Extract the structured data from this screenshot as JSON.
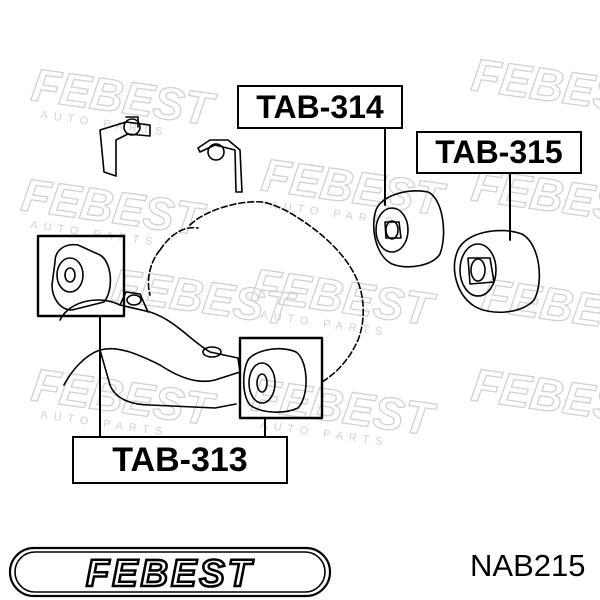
{
  "parts": {
    "tab314": "TAB-314",
    "tab315": "TAB-315",
    "tab313": "TAB-313"
  },
  "brand": {
    "logo_text": "FEBEST",
    "watermark_text": "FEBEST",
    "watermark_subtext": "AUTO PARTS"
  },
  "part_number": "NAB215",
  "colors": {
    "ink": "#000000",
    "watermark": "#cfcfcf",
    "background": "#ffffff"
  }
}
